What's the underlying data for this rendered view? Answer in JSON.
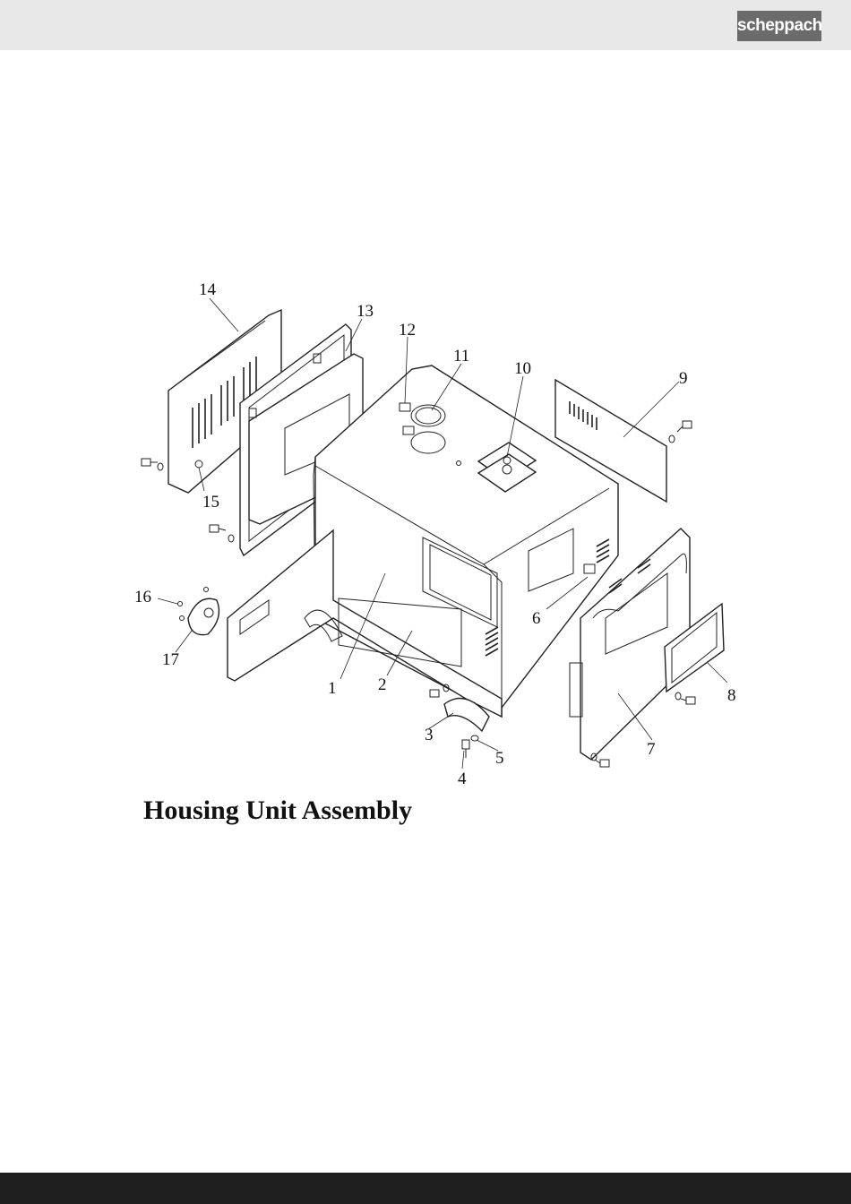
{
  "header": {
    "brand": "scheppach"
  },
  "diagram": {
    "title": "Housing Unit Assembly",
    "callouts": [
      "14",
      "13",
      "12",
      "11",
      "10",
      "9",
      "15",
      "16",
      "17",
      "1",
      "2",
      "6",
      "3",
      "4",
      "5",
      "7",
      "8"
    ]
  },
  "colors": {
    "header_bg": "#e8e8e8",
    "logo_bg": "#6b6b6b",
    "footer_bg": "#1e1e1e"
  }
}
